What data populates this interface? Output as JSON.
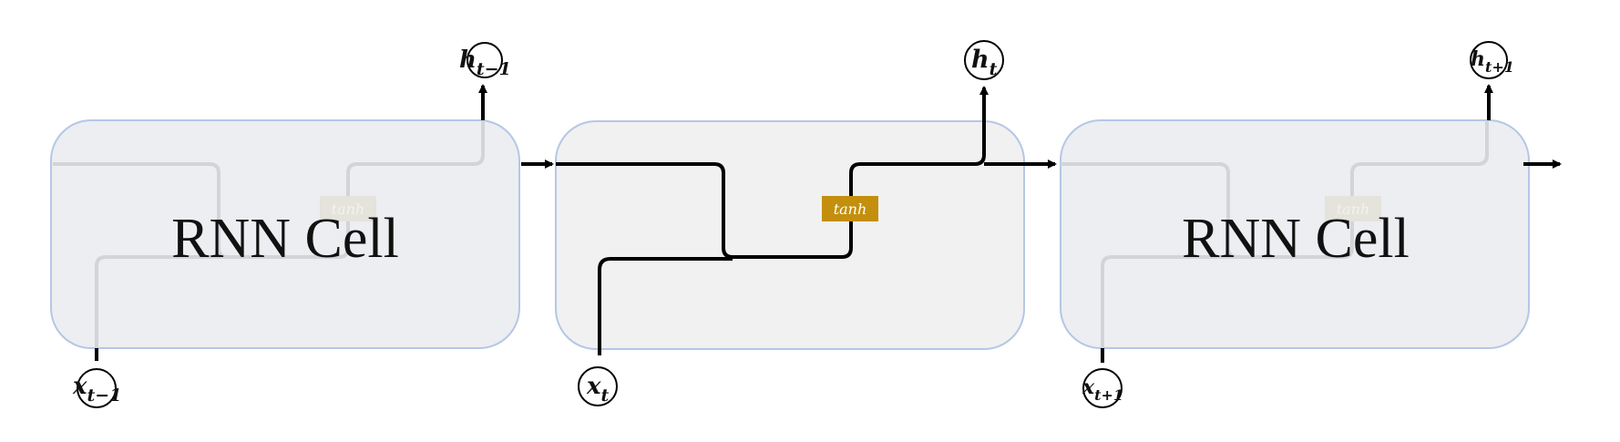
{
  "cells": [
    {
      "label": "RNN Cell",
      "activation": "tanh",
      "input_main": "x",
      "input_sub": "t−1",
      "output_main": "h",
      "output_sub": "t−1",
      "collapsed": true
    },
    {
      "label": "",
      "activation": "tanh",
      "input_main": "x",
      "input_sub": "t",
      "output_main": "h",
      "output_sub": "t",
      "collapsed": false
    },
    {
      "label": "RNN Cell",
      "activation": "tanh",
      "input_main": "x",
      "input_sub": "t+1",
      "output_main": "h",
      "output_sub": "t+1",
      "collapsed": true
    }
  ],
  "colors": {
    "cell_fill_collapsed": "#eceef1",
    "cell_fill_expanded": "#f1f1f1",
    "cell_border": "#b5c7e6",
    "line_active": "#000000",
    "line_faded": "#d2d4d8",
    "tanh_fill": "#c38f0d",
    "tanh_fill_faded": "#e4e3dc",
    "tanh_text": "#ffffff",
    "tanh_text_faded": "#f3f2ec"
  }
}
